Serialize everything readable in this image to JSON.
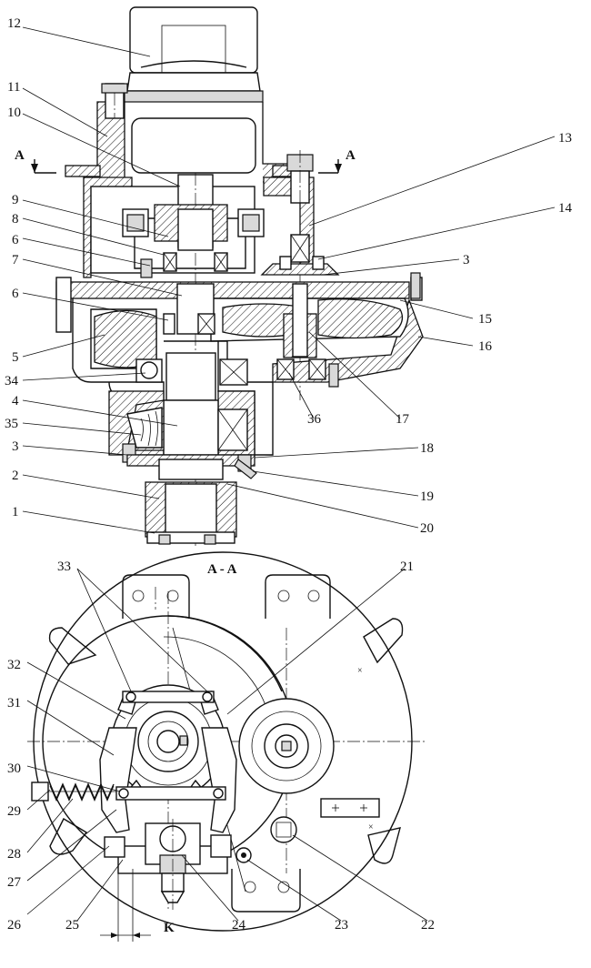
{
  "section_mark": "A",
  "section_title": "A - A",
  "dimension_label": "K",
  "callouts_upper": [
    "12",
    "11",
    "10",
    "9",
    "8",
    "6",
    "7",
    "6",
    "5",
    "34",
    "4",
    "35",
    "3",
    "2",
    "1",
    "13",
    "14",
    "3",
    "15",
    "16",
    "17",
    "36",
    "18",
    "19",
    "20"
  ],
  "callouts_lower": [
    "33",
    "32",
    "31",
    "30",
    "29",
    "28",
    "27",
    "26",
    "25",
    "24",
    "23",
    "22",
    "21"
  ]
}
